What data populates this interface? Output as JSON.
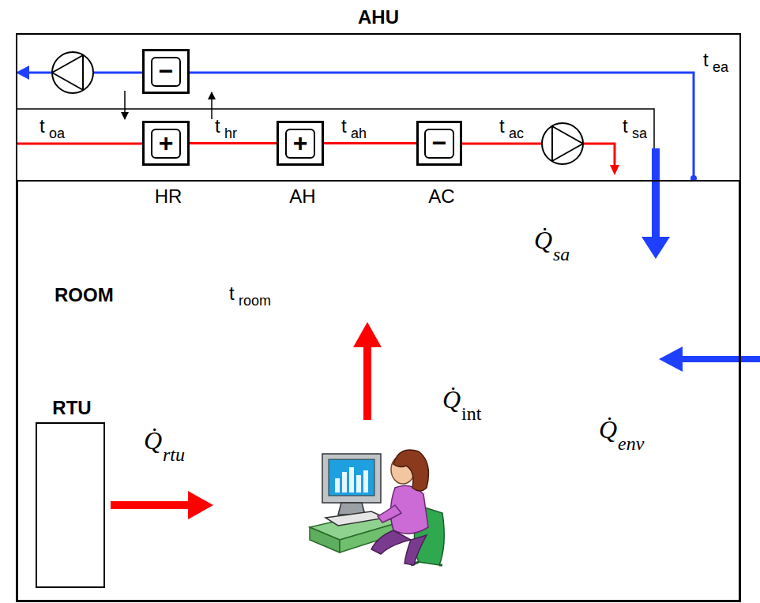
{
  "diagram": {
    "nodes": [
      {
        "text": [
          "AHU"
        ]
      },
      {
        "text": [
          "−"
        ],
        "in": 0
      },
      {
        "text": [
          "+",
          "HR"
        ],
        "in": 0
      },
      {
        "text": [
          "+",
          "AH"
        ],
        "in": 0
      },
      {
        "text": [
          "−",
          "AC"
        ],
        "in": 0
      },
      {
        "text": [
          "ROOM"
        ]
      },
      {
        "text": [
          "RTU"
        ],
        "in": 5
      }
    ],
    "edges": [
      {
        "from": 1,
        "to": 2,
        "arrow": "to"
      },
      {
        "from": 2,
        "to": 1,
        "arrow": "to"
      },
      {
        "from": 2,
        "to": 3,
        "arrow": "none"
      },
      {
        "from": 3,
        "to": 4,
        "arrow": "none"
      }
    ],
    "labels": [
      "t",
      "ea",
      "t",
      "oa",
      "t",
      "hr",
      "t",
      "ah",
      "t",
      "ac",
      "t",
      "sa",
      "Q̇",
      "sa",
      "t",
      "room",
      "Q̇",
      "int",
      "Q̇",
      "rtu",
      "Q̇",
      "env"
    ]
  }
}
